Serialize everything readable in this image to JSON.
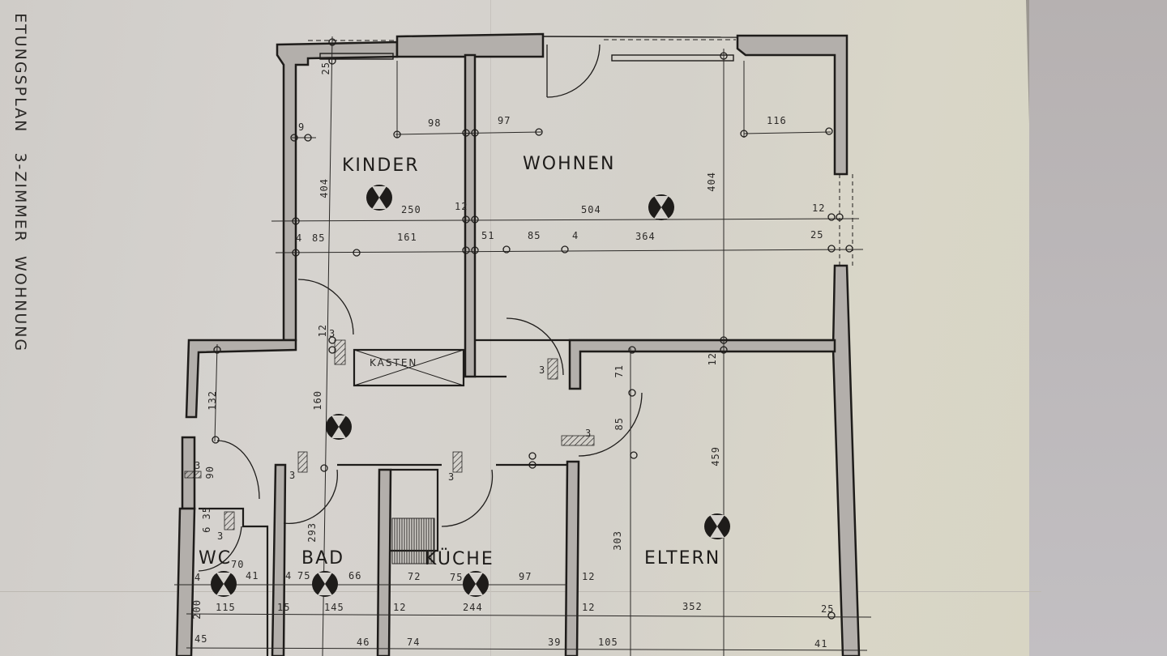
{
  "document": {
    "side_title_1": "ETUNGSPLAN",
    "side_title_2": "3-ZIMMER  WOHNUNG"
  },
  "rooms": {
    "kinder": "KINDER",
    "wohnen": "WOHNEN",
    "eltern": "ELTERN",
    "wc": "WC",
    "bad": "BAD",
    "kueche": "KÜCHE",
    "kasten": "KASTEN"
  },
  "dimensions": {
    "top": {
      "d25": "25",
      "d9": "9",
      "d98": "98",
      "d97": "97",
      "d116": "116"
    },
    "heights": {
      "kinder_404": "404",
      "wohnen_404": "404",
      "hall_160": "160",
      "hall_132": "132",
      "d12_hall": "12",
      "eltern_459": "459",
      "eltern_303": "303",
      "eltern_71": "71",
      "eltern_85": "85",
      "eltern_12": "12",
      "bad_293": "293",
      "wc_90": "90",
      "wc_635": "6 35"
    },
    "row1": {
      "kinder_250": "250",
      "d12a": "12",
      "wohnen_504": "504",
      "d12b": "12"
    },
    "row2": {
      "d4a": "4",
      "d85a": "85",
      "d161": "161",
      "d51": "51",
      "d85b": "85",
      "d4b": "4",
      "d364": "364",
      "d25": "25"
    },
    "door_marks": {
      "m1": "3",
      "m2": "3",
      "m3": "3",
      "m4": "3",
      "m5": "3",
      "m6": "3",
      "m7": "3"
    },
    "row3": {
      "wc_4": "4",
      "wc_70": "70",
      "wc_41": "41",
      "bad_4": "4",
      "bad_75": "75",
      "bad_66": "66",
      "k_72": "72",
      "k_75": "75",
      "k_97": "97",
      "k_12": "12"
    },
    "row4": {
      "d200": "200",
      "d115": "115",
      "d15": "15",
      "d145": "145",
      "d12": "12",
      "d244": "244",
      "d12b": "12",
      "d352": "352",
      "d25": "25"
    },
    "row5": {
      "d45": "45",
      "d46": "46",
      "d74": "74",
      "d39": "39",
      "d105": "105",
      "d41": "41"
    }
  },
  "colors": {
    "ink": "#1e1c1a",
    "wall_fill": "#b3afab",
    "paper": "#d4d1cc"
  }
}
